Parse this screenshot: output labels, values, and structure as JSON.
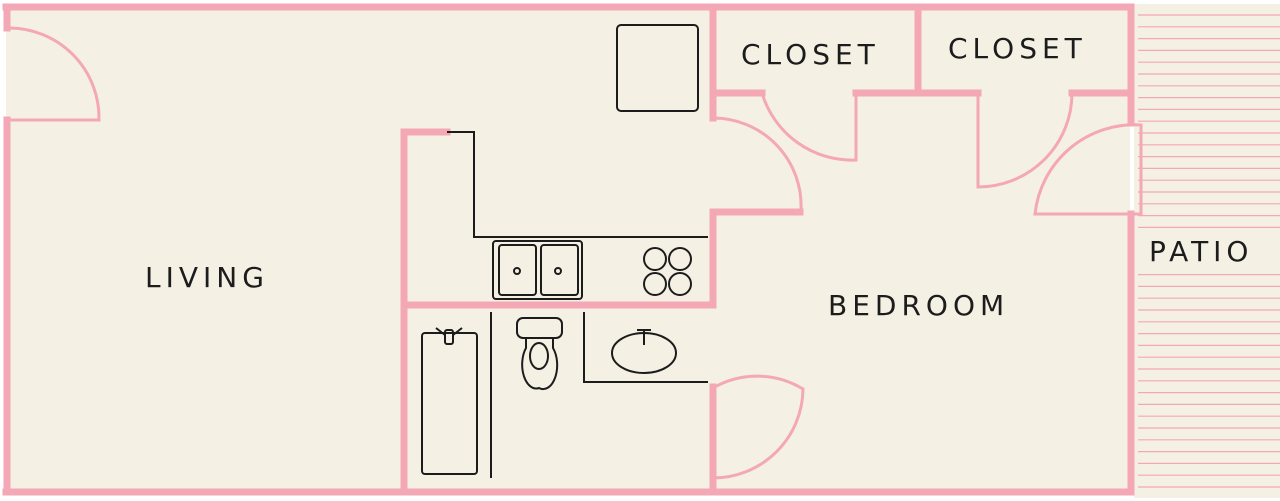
{
  "colors": {
    "wall": "#f4a7b4",
    "floor": "#f5f0e4",
    "fixture": "#1c1c1c",
    "text": "#1c1c1c"
  },
  "rooms": {
    "closet_left": "CLOSET",
    "closet_right": "CLOSET",
    "living": "LIVING",
    "patio": "PATIO",
    "bedroom": "BEDROOM"
  }
}
